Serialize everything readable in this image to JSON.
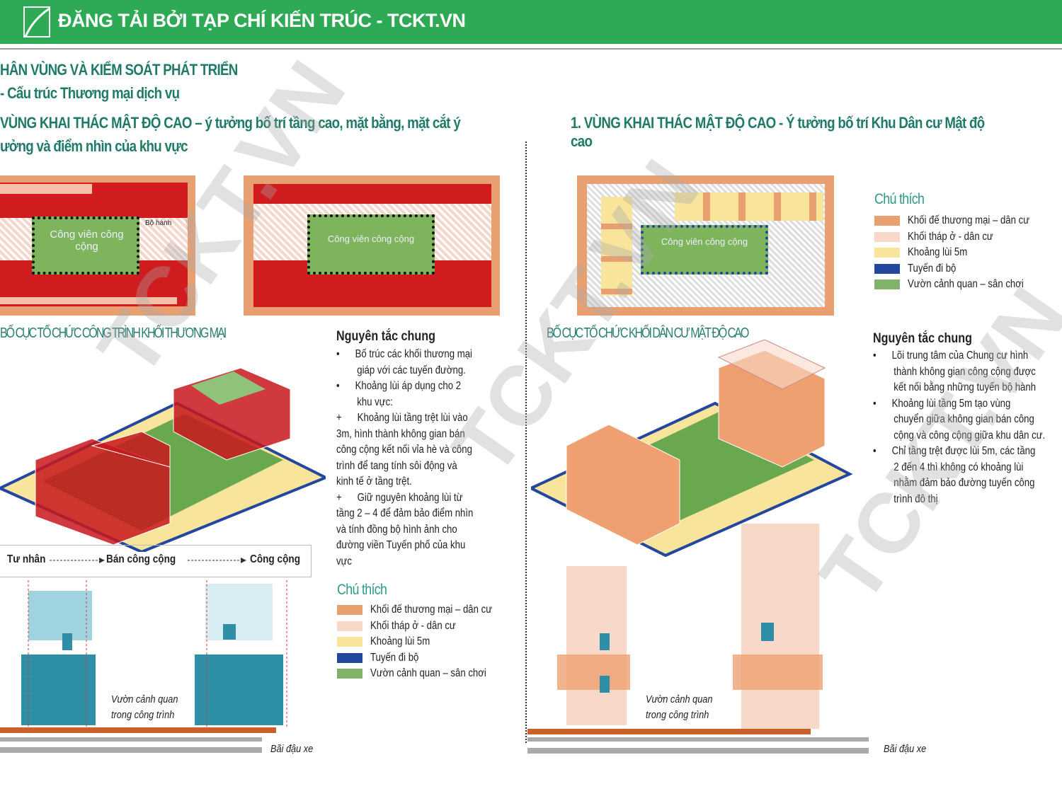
{
  "header": {
    "title": "ĐĂNG TẢI BỞI TẠP CHÍ KIẾN TRÚC - TCKT.VN",
    "logo": "tckt-logo"
  },
  "left": {
    "title1": "HÂN VÙNG VÀ KIỂM SOÁT PHÁT TRIỂN",
    "title2": "-  Cấu trúc Thương mại dịch vụ",
    "title3": "VÙNG KHAI THÁC MẬT ĐỘ CAO – ý tưởng bố trí tầng cao, mặt bằng, mặt cắt ý",
    "title4": "ưởng và điểm nhìn của khu vực",
    "plan1_park": "Công viên công cộng",
    "plan1_walk": "Bộ hành",
    "plan2_park": "Công viên công cộng",
    "caption": "BỐ CỤC TỔ CHỨC CÔNG TRÌNH KHỐI THƯƠNG MẠI",
    "principles_title": "Nguyên tắc chung",
    "principles": [
      "•      Bố trúc các khối thương mại",
      "        giáp với các tuyến đường.",
      "•      Khoảng lùi áp dụng cho 2",
      "        khu vực:",
      "+      Khoảng lùi tầng trệt lùi vào",
      "3m, hình thành không gian bán",
      "công cộng kết nối vỉa hè và công",
      "trình để tang tính sôi động và",
      "kinh tế ở tầng trệt.",
      "+      Giữ nguyên khoảng lùi từ",
      "tầng 2 – 4 để đảm bảo điểm nhìn",
      "và tính đồng bộ hình ảnh cho",
      "đường viền Tuyến phố của khu",
      "vực"
    ],
    "flow": [
      "Tư nhân",
      "Bán công cộng",
      "Công cộng"
    ],
    "garden": [
      "Vườn cảnh quan",
      "trong công trình"
    ],
    "parking": "Bãi đậu xe",
    "legend_title": "Chú thích",
    "legend": [
      {
        "label": "Khối đế thương mại – dân cư",
        "color": "#e8a070"
      },
      {
        "label": "Khối tháp ở - dân cư",
        "color": "#f8d8c8"
      },
      {
        "label": "Khoảng lùi 5m",
        "color": "#f8e49a"
      },
      {
        "label": "Tuyến đi bộ",
        "color": "#23479c"
      },
      {
        "label": "Vườn cảnh quan – sân chơi",
        "color": "#7fb36a"
      }
    ]
  },
  "right": {
    "title": "1. VÙNG KHAI THÁC MẬT ĐỘ CAO -  Ý tưởng bố trí Khu Dân cư Mật độ cao",
    "plan_park": "Công viên công cộng",
    "legend_title": "Chú thích",
    "legend": [
      {
        "label": "Khối đế thương mại – dân cư",
        "color": "#e8a070"
      },
      {
        "label": "Khối tháp ở - dân cư",
        "color": "#f8d8c8"
      },
      {
        "label": "Khoảng lùi 5m",
        "color": "#f8e49a"
      },
      {
        "label": "Tuyến đi bộ",
        "color": "#23479c"
      },
      {
        "label": "Vườn cảnh quan – sân chơi",
        "color": "#7fb36a"
      }
    ],
    "caption": "BỐ CỤC TỔ CHỨC KHỐI DÂN CƯ MẬT ĐỘ CAO",
    "principles_title": "Nguyên tắc chung",
    "principles": [
      "•      Lõi trung tâm của Chung cư hình",
      "        thành không gian công cộng được",
      "        kết nối bằng những tuyến bộ hành",
      "•      Khoảng lùi tầng 5m tạo vùng",
      "        chuyển giữa không gian bán công",
      "        cộng và công cộng giữa khu dân cư.",
      "•      Chỉ tầng trệt được lùi 5m, các tầng",
      "        2 đến 4 thì không có khoảng lùi",
      "        nhằm đảm bảo đường tuyến công",
      "        trình đô thị"
    ],
    "garden": [
      "Vườn cảnh quan",
      "trong công trình"
    ],
    "parking": "Bãi đậu xe"
  },
  "watermark": "TCKT.VN"
}
